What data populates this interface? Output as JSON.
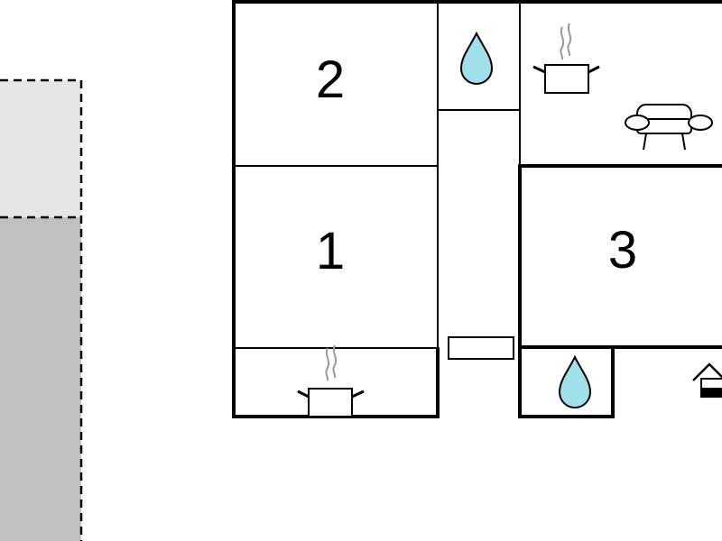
{
  "floor_plan": {
    "rooms": [
      {
        "number": "2",
        "label": "2"
      },
      {
        "number": "1",
        "label": "1"
      },
      {
        "number": "3",
        "label": "3"
      }
    ],
    "icons": {
      "bathroom": "water-drop-icon",
      "kitchen": "cooking-pot-icon",
      "living": "sofa-icon",
      "entrance": "house-entrance-icon"
    },
    "colors": {
      "water": "#9fe0ea",
      "steam": "#999999",
      "outdoor_light": "#e6e6e6",
      "outdoor_dark": "#c0c0c0",
      "wall": "#000000"
    }
  }
}
